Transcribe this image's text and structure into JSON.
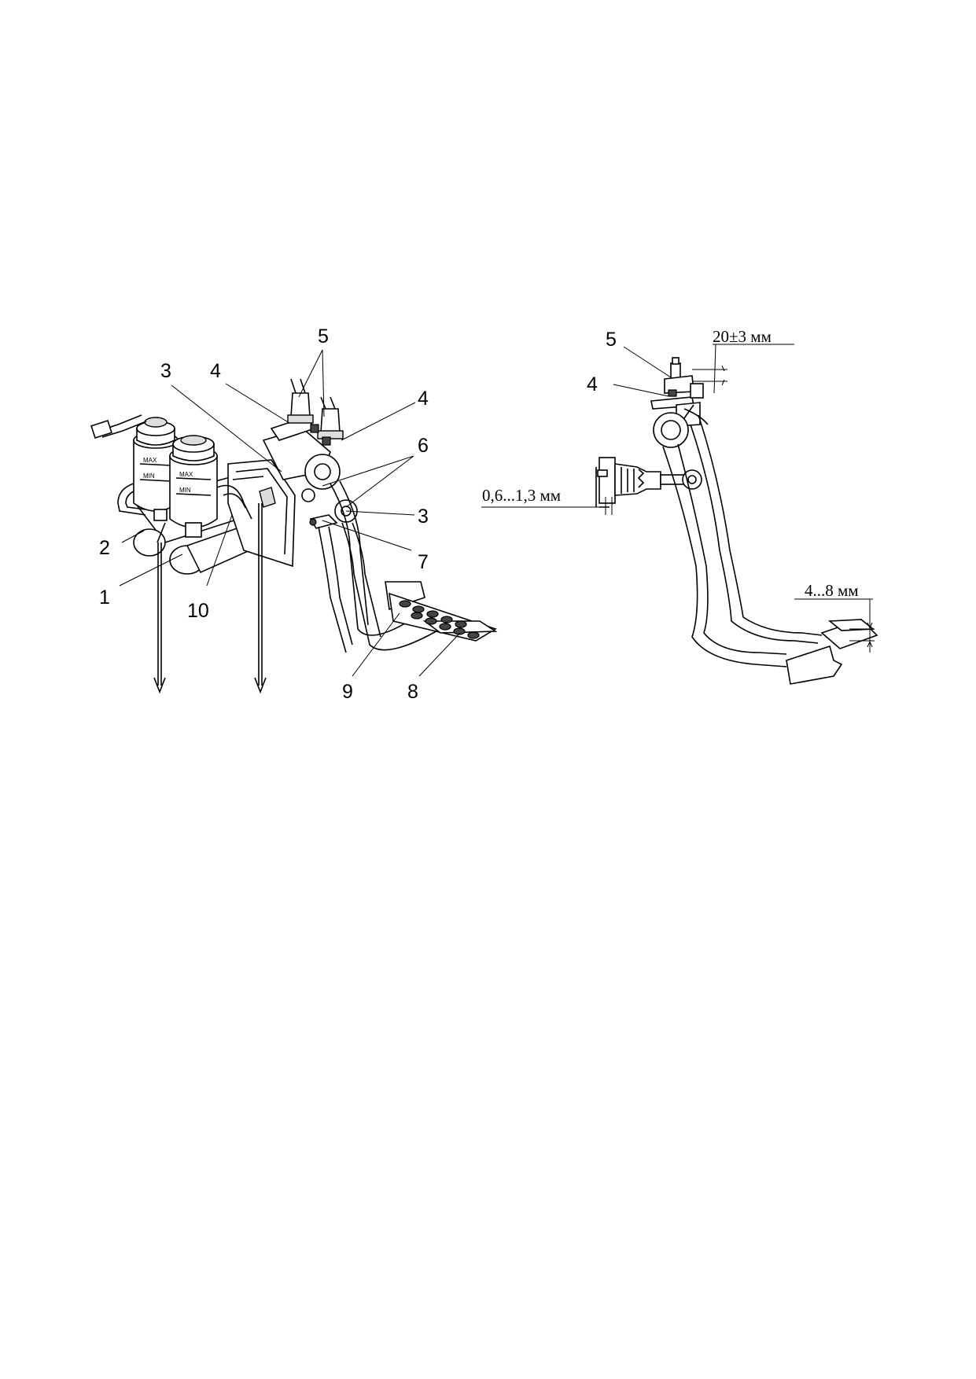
{
  "left_diagram": {
    "callouts": [
      "1",
      "2",
      "3",
      "3",
      "4",
      "4",
      "5",
      "6",
      "7",
      "8",
      "9",
      "10"
    ],
    "reservoir_marks": {
      "max": "MAX",
      "min": "MIN"
    }
  },
  "right_diagram": {
    "callouts": [
      "5",
      "4"
    ],
    "dimensions": {
      "switch_travel": "20±3  мм",
      "pushrod_gap": "0,6...1,3 мм",
      "pedal_height_diff": "4...8 мм"
    }
  }
}
